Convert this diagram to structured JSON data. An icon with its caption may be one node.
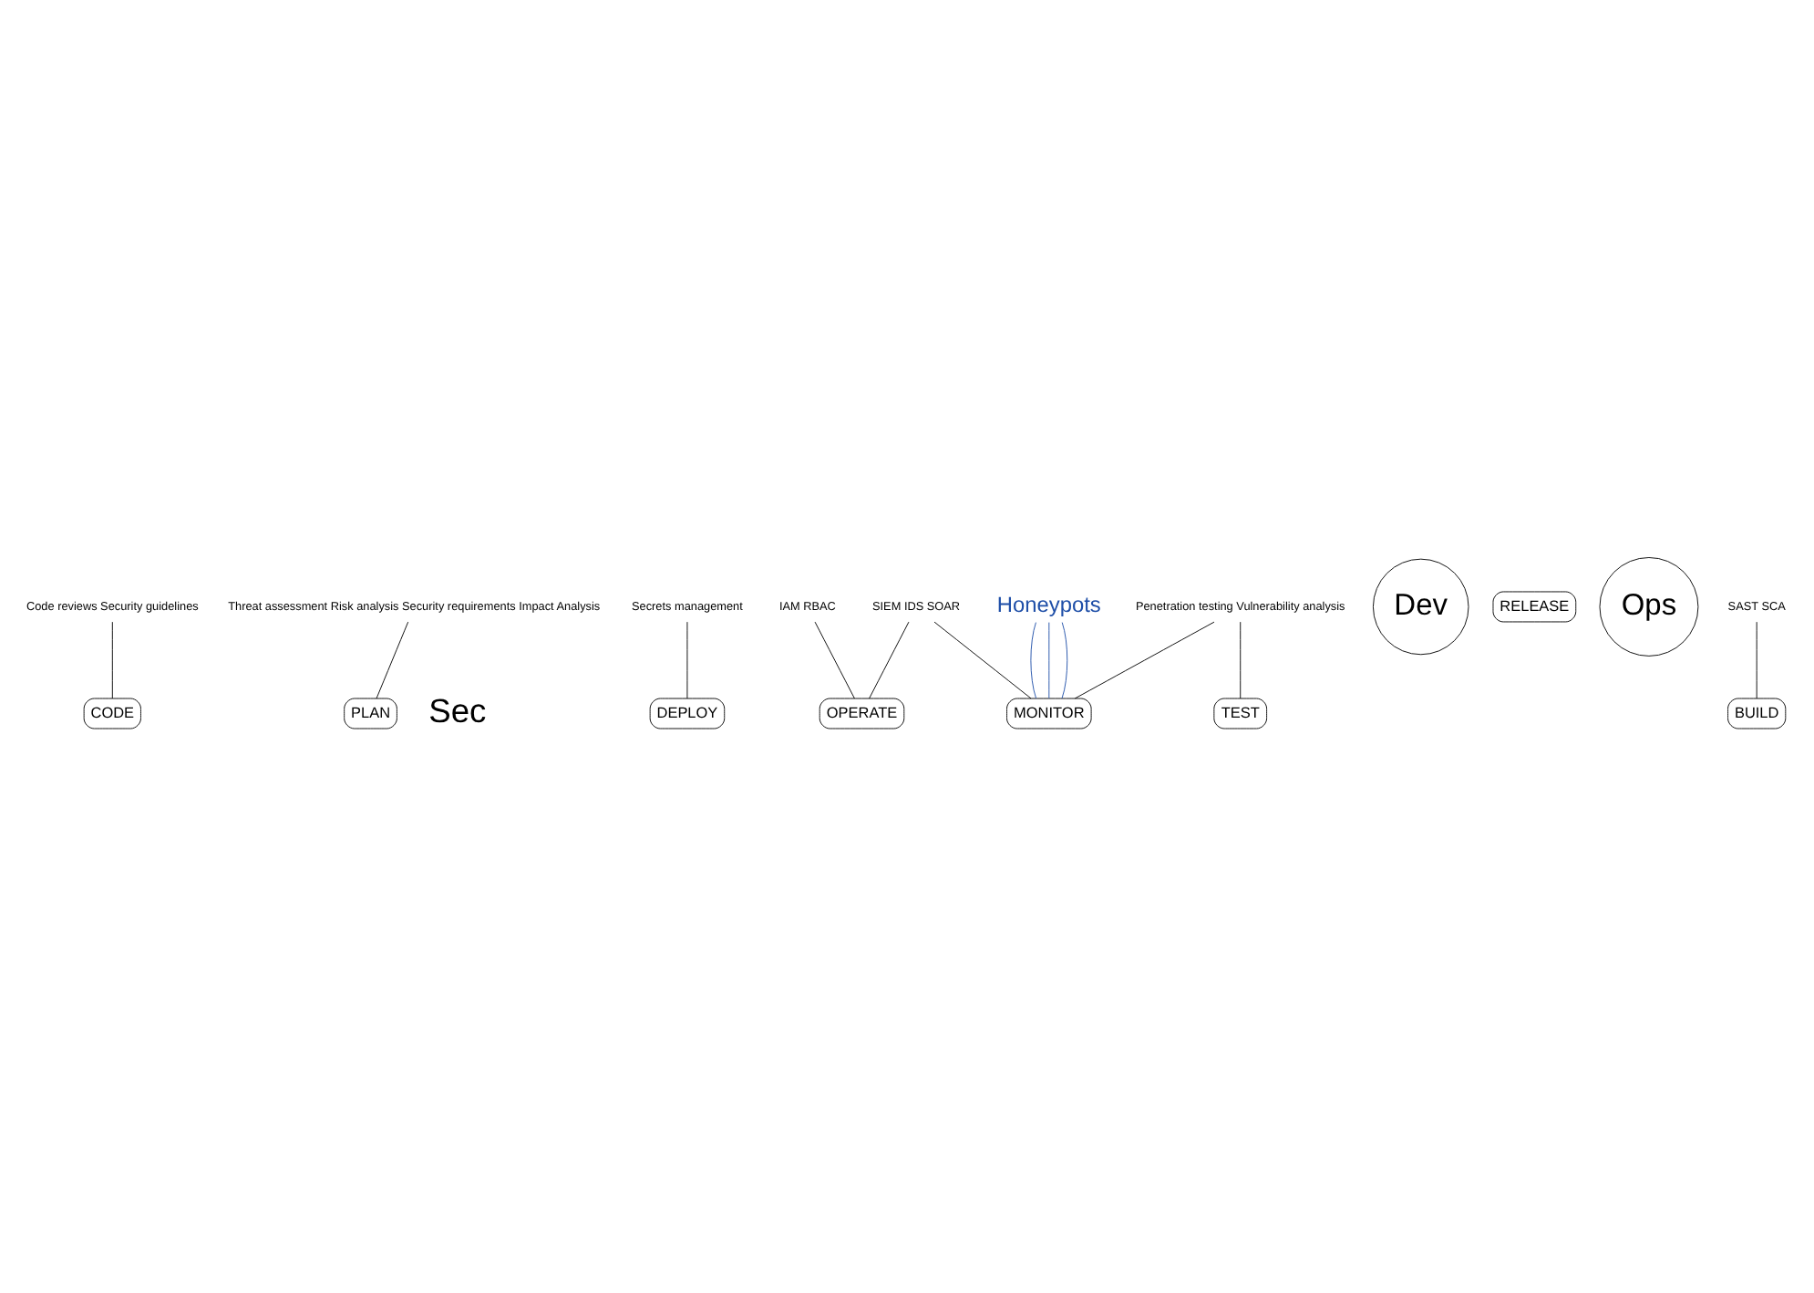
{
  "diagram": {
    "nodes": [
      {
        "text": [
          "Code reviews Security guidelines"
        ]
      },
      {
        "text": [
          "Threat assessment Risk analysis Security requirements Impact Analysis"
        ]
      },
      {
        "text": [
          "Secrets management"
        ]
      },
      {
        "text": [
          "IAM RBAC"
        ]
      },
      {
        "text": [
          "CODE"
        ]
      },
      {
        "text": [
          "PLAN"
        ]
      },
      {
        "text": [
          "DEPLOY"
        ]
      },
      {
        "text": [
          "Dev"
        ]
      },
      {
        "text": [
          "RELEASE"
        ]
      },
      {
        "text": [
          "Ops"
        ]
      },
      {
        "text": [
          "OPERATE"
        ]
      },
      {
        "text": [
          "BUILD"
        ]
      },
      {
        "text": [
          "TEST"
        ]
      },
      {
        "text": [
          "MONITOR"
        ]
      },
      {
        "text": [
          "SAST SCA"
        ]
      },
      {
        "text": [
          "Penetration testing Vulnerability analysis"
        ]
      },
      {
        "text": [
          "SIEM IDS SOAR"
        ]
      },
      {
        "text": [
          "Honeypots"
        ]
      }
    ],
    "edges": [
      {
        "from": 0,
        "to": 4,
        "arrow": "none"
      },
      {
        "from": 1,
        "to": 5,
        "arrow": "none"
      },
      {
        "from": 2,
        "to": 6,
        "arrow": "none"
      },
      {
        "from": 3,
        "to": 10,
        "arrow": "none"
      },
      {
        "from": 14,
        "to": 11,
        "arrow": "none"
      },
      {
        "from": 15,
        "to": 12,
        "arrow": "none"
      },
      {
        "from": 15,
        "to": 13,
        "arrow": "none"
      },
      {
        "from": 16,
        "to": 10,
        "arrow": "none"
      },
      {
        "from": 16,
        "to": 13,
        "arrow": "none"
      },
      {
        "from": 17,
        "to": 13,
        "arrow": "none",
        "color": "#1f4fa8"
      },
      {
        "from": 17,
        "to": 13,
        "arrow": "none",
        "color": "#1f4fa8"
      },
      {
        "from": 17,
        "to": 13,
        "arrow": "none",
        "color": "#1f4fa8"
      }
    ],
    "labels": [
      "Sec"
    ]
  }
}
